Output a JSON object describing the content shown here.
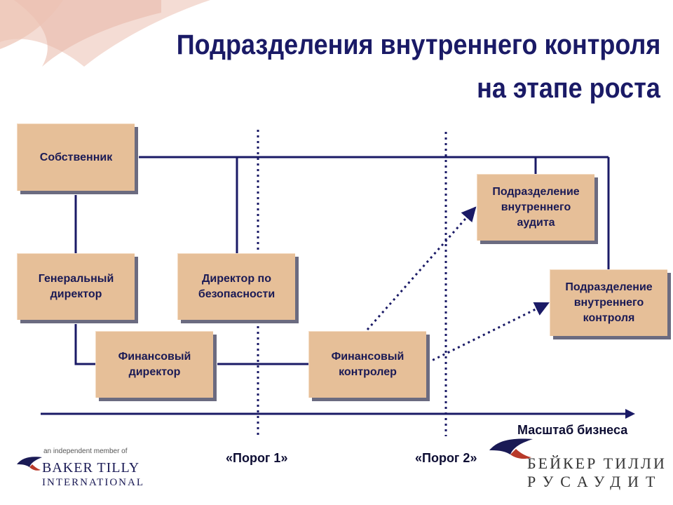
{
  "title": {
    "line1": "Подразделения внутреннего контроля",
    "line2": "на этапе роста"
  },
  "nodes": {
    "owner": "Собственник",
    "ceo": "Генеральный\nдиректор",
    "security": "Директор по\nбезопасности",
    "cfo": "Финансовый\nдиректор",
    "controller": "Финансовый\nконтролер",
    "audit": "Подразделение\nвнутреннего\nаудита",
    "control": "Подразделение\nвнутреннего\nконтроля"
  },
  "axis_label": "Масштаб бизнеса",
  "thresholds": {
    "t1": "«Порог 1»",
    "t2": "«Порог 2»"
  },
  "logos": {
    "left_small": "an independent member of",
    "left_big": "BAKER TILLY",
    "left_big2": "INTERNATIONAL",
    "right_line1": "БЕЙКЕР ТИЛЛИ",
    "right_line2": "РУСАУДИТ"
  },
  "colors": {
    "title": "#1a1a66",
    "connector": "#1a1a66",
    "box_fill": "#e6bf98",
    "box_shadow": "#6b6b80",
    "swoosh": "#b83a2a"
  }
}
